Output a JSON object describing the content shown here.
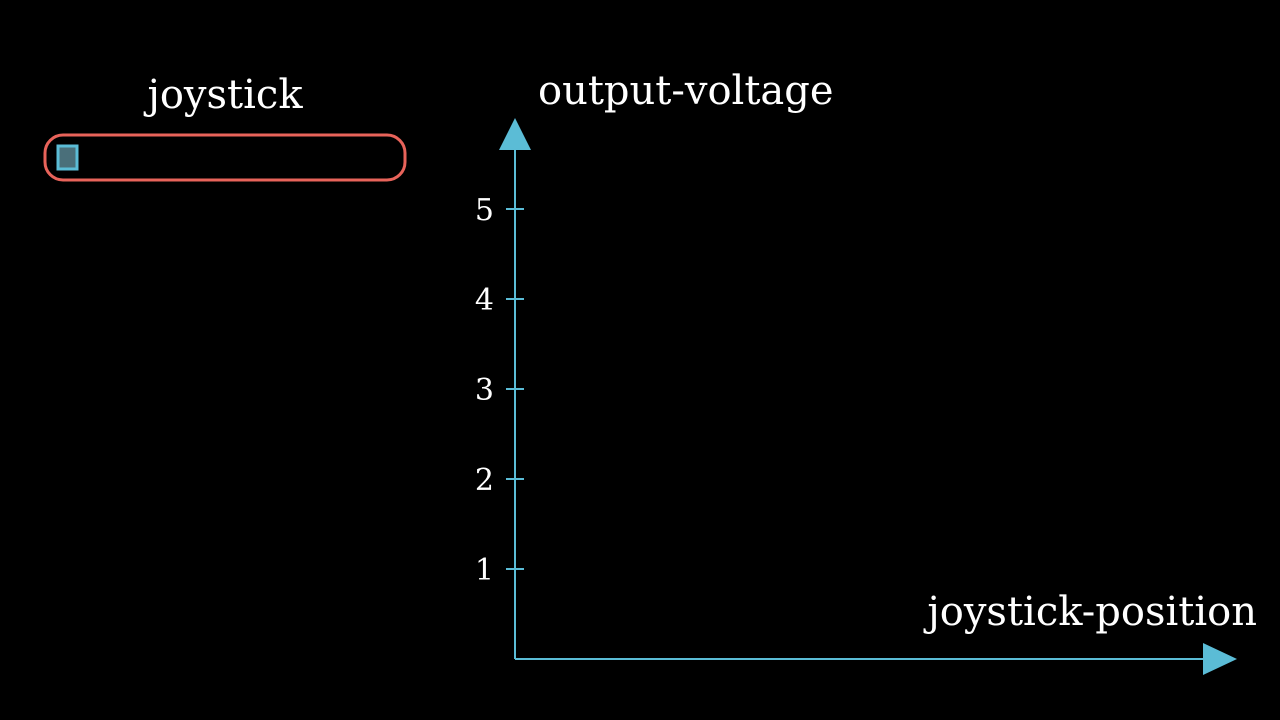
{
  "joystick": {
    "title": "joystick",
    "position": 0.0,
    "track_color": "#e8635a",
    "knob_color": "#5bbcd6",
    "knob_fill": "#4a6f7a"
  },
  "chart_data": {
    "type": "line",
    "xlabel": "joystick-position",
    "ylabel": "output-voltage",
    "y_ticks": [
      "1",
      "2",
      "3",
      "4",
      "5"
    ],
    "ylim": [
      0,
      5.5
    ],
    "series": [],
    "grid": false,
    "axis_color": "#5bbcd6"
  }
}
